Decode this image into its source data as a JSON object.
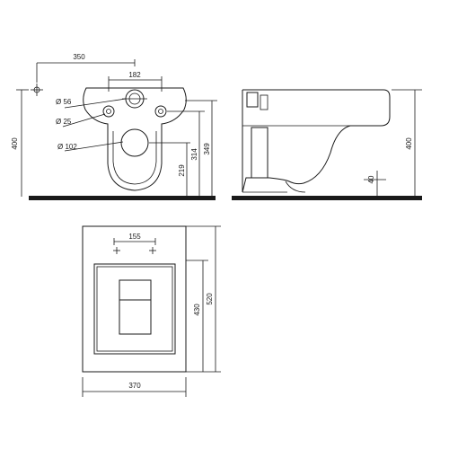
{
  "front_view": {
    "dim_width_to_center": "350",
    "dim_inlet_spacing": "182",
    "dim_outlet_diameter": "Ø 56",
    "dim_bolt_diameter": "Ø 25",
    "dim_waste_diameter": "Ø 102",
    "dim_height_total": "400",
    "dim_height_waste": "219",
    "dim_height_bolts": "314",
    "dim_height_inlet": "349"
  },
  "side_view": {
    "dim_height_total": "400",
    "dim_floor_gap": "40"
  },
  "bottom_view": {
    "dim_fixing_spacing": "155",
    "dim_inner_height": "430",
    "dim_outer_height": "520",
    "dim_width": "370"
  },
  "colors": {
    "line": "#1a1a1a",
    "floor": "#1a1a1a",
    "background": "#ffffff"
  }
}
